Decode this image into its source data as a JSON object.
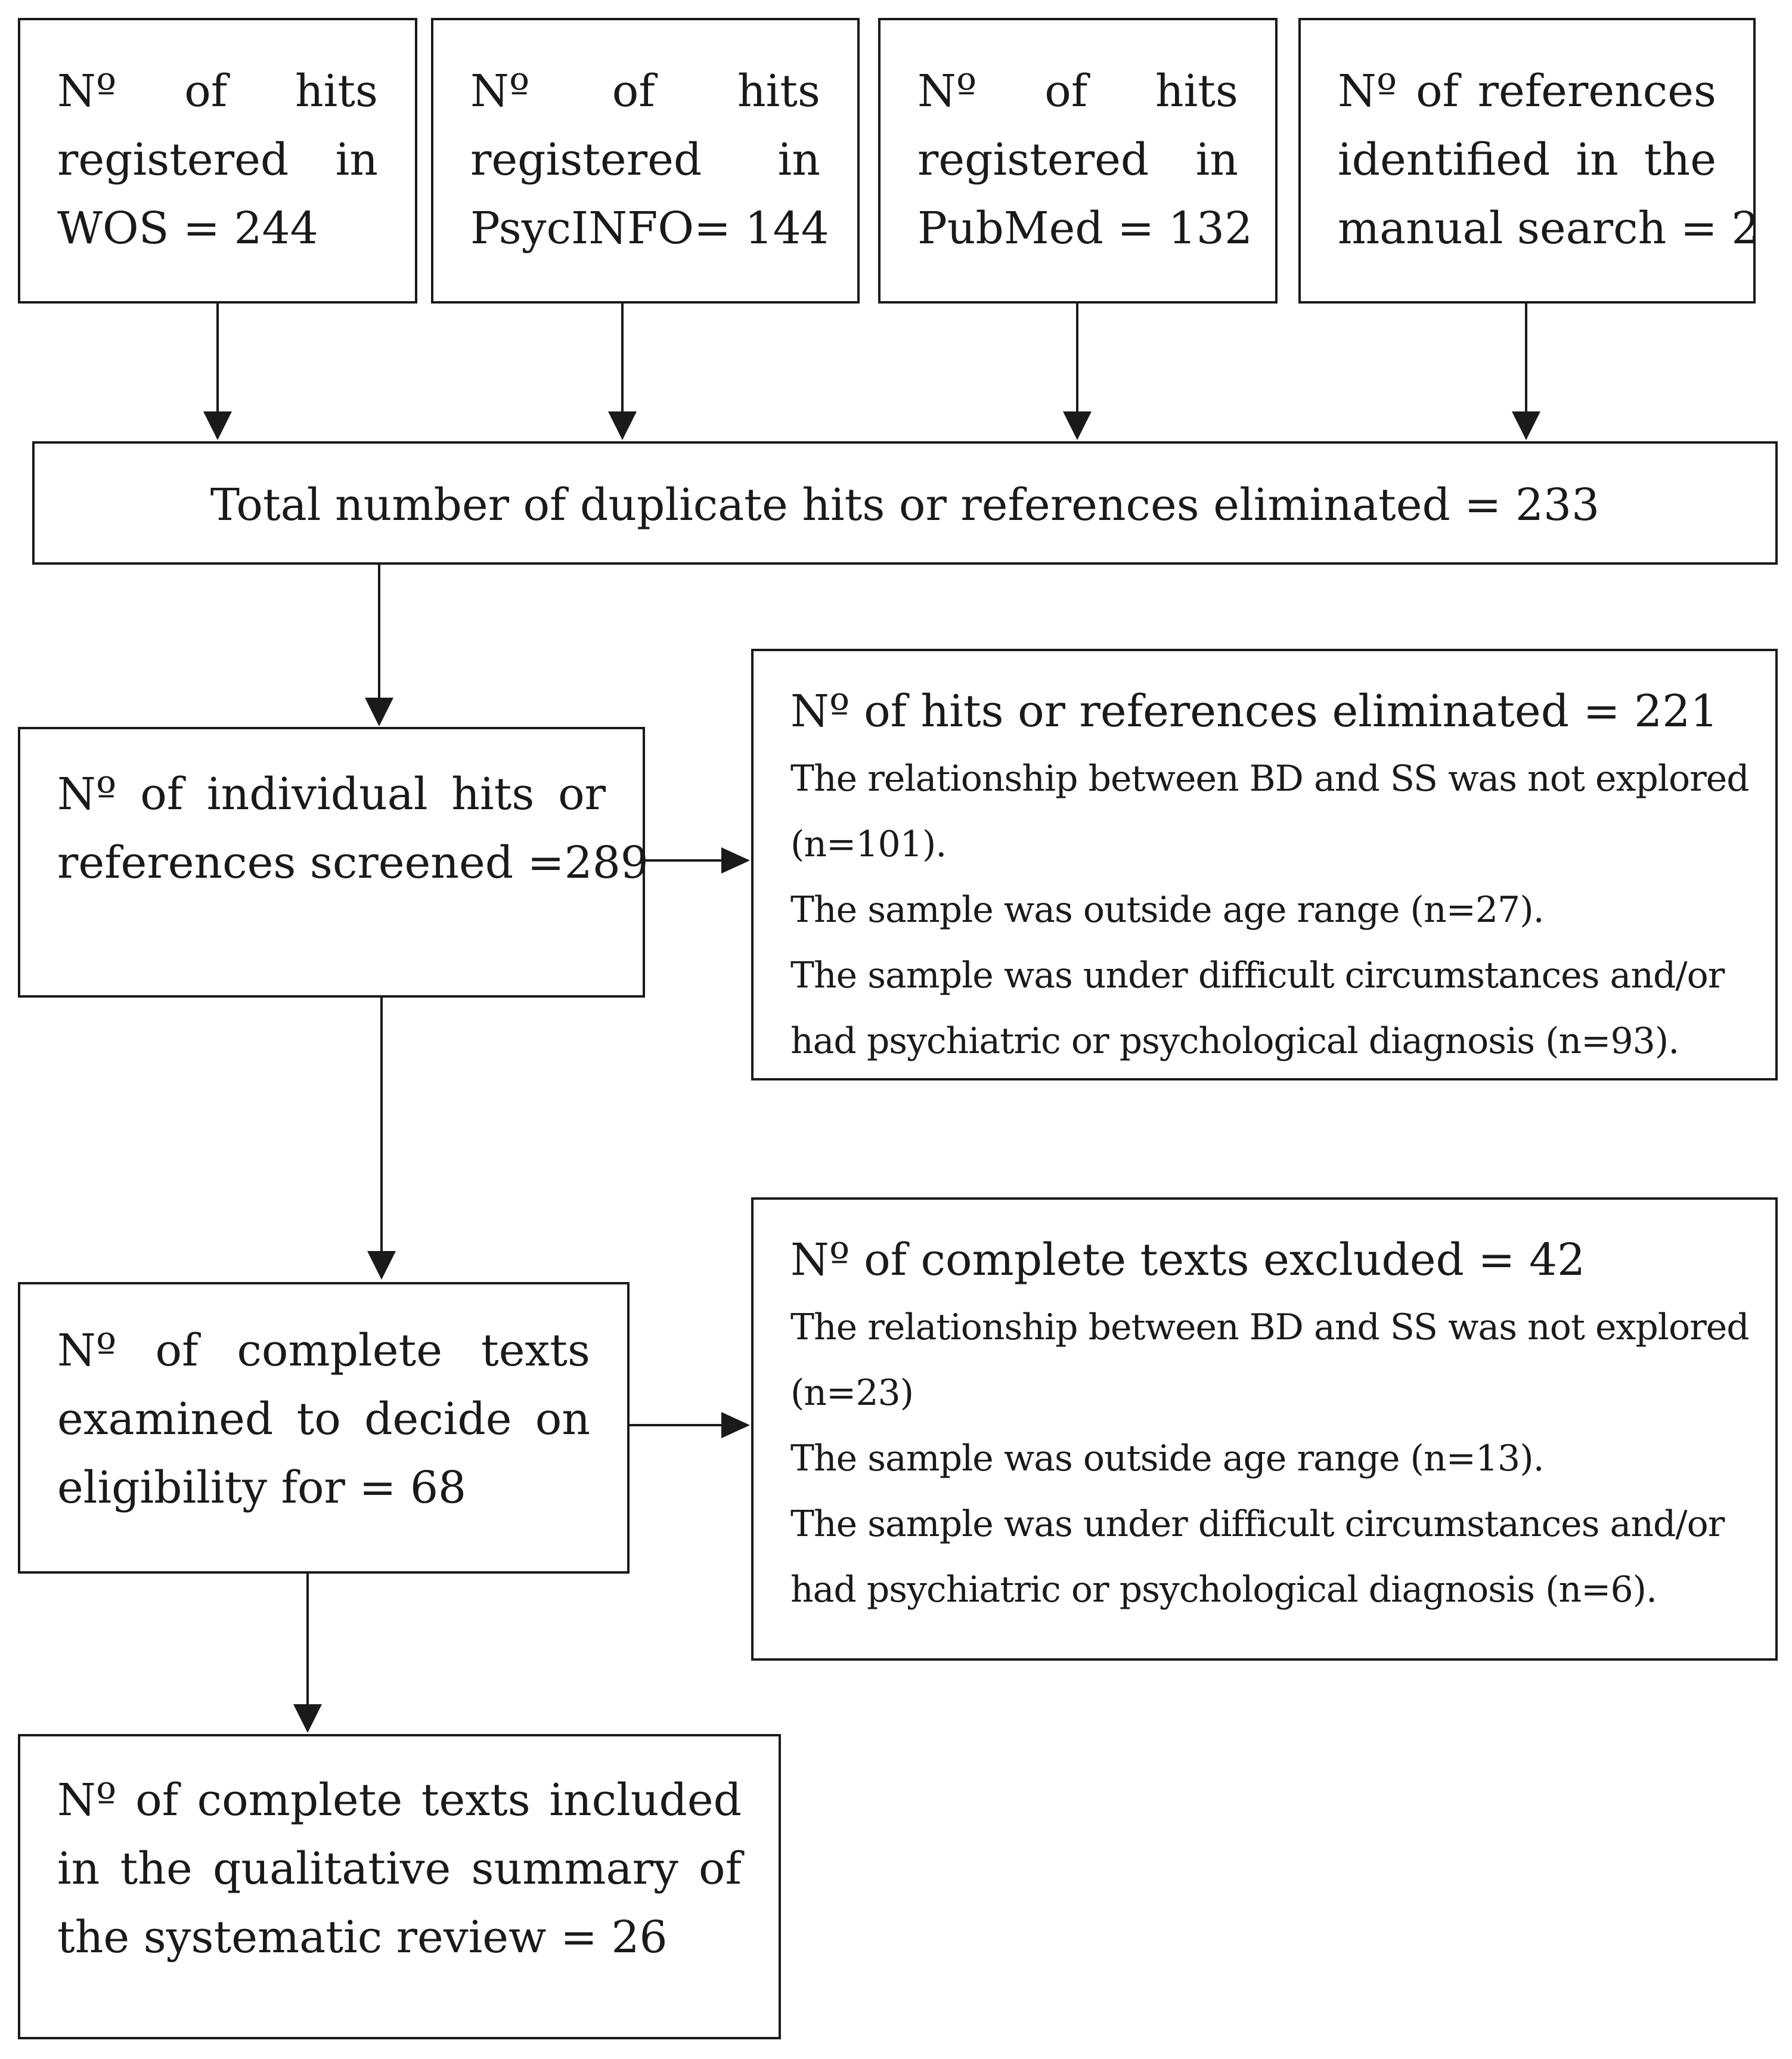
{
  "sources": [
    {
      "lines": [
        "Nº of hits",
        "registered in",
        "WOS = 244"
      ]
    },
    {
      "lines": [
        "Nº of hits",
        "registered in",
        "PsycINFO= 144"
      ]
    },
    {
      "lines": [
        "Nº of hits",
        "registered in",
        "PubMed = 132"
      ]
    },
    {
      "lines": [
        "Nº of references",
        "identified in the",
        "manual search = 2"
      ]
    }
  ],
  "duplicates": {
    "text": "Total number of duplicate hits or references eliminated = 233"
  },
  "screened": {
    "lines": [
      "Nº of individual hits or",
      "references screened =289"
    ]
  },
  "eliminated": {
    "heading": "Nº of hits or references eliminated = 221",
    "reasons": [
      "The relationship between BD and SS was not explored",
      "(n=101).",
      "The sample was outside age range (n=27).",
      "The sample was under difficult circumstances and/or",
      "had psychiatric or psychological diagnosis (n=93)."
    ]
  },
  "eligibility": {
    "lines": [
      "Nº of complete texts",
      "examined to decide on",
      "eligibility for = 68"
    ]
  },
  "excluded": {
    "heading": "Nº of complete texts excluded = 42",
    "reasons": [
      "The relationship between BD and SS was not explored",
      "(n=23)",
      "The sample was outside age range (n=13).",
      "The sample was under difficult circumstances and/or",
      "had psychiatric or psychological diagnosis (n=6)."
    ]
  },
  "included": {
    "lines": [
      "Nº of complete texts included",
      "in the qualitative summary of",
      "the systematic review = 26"
    ]
  }
}
